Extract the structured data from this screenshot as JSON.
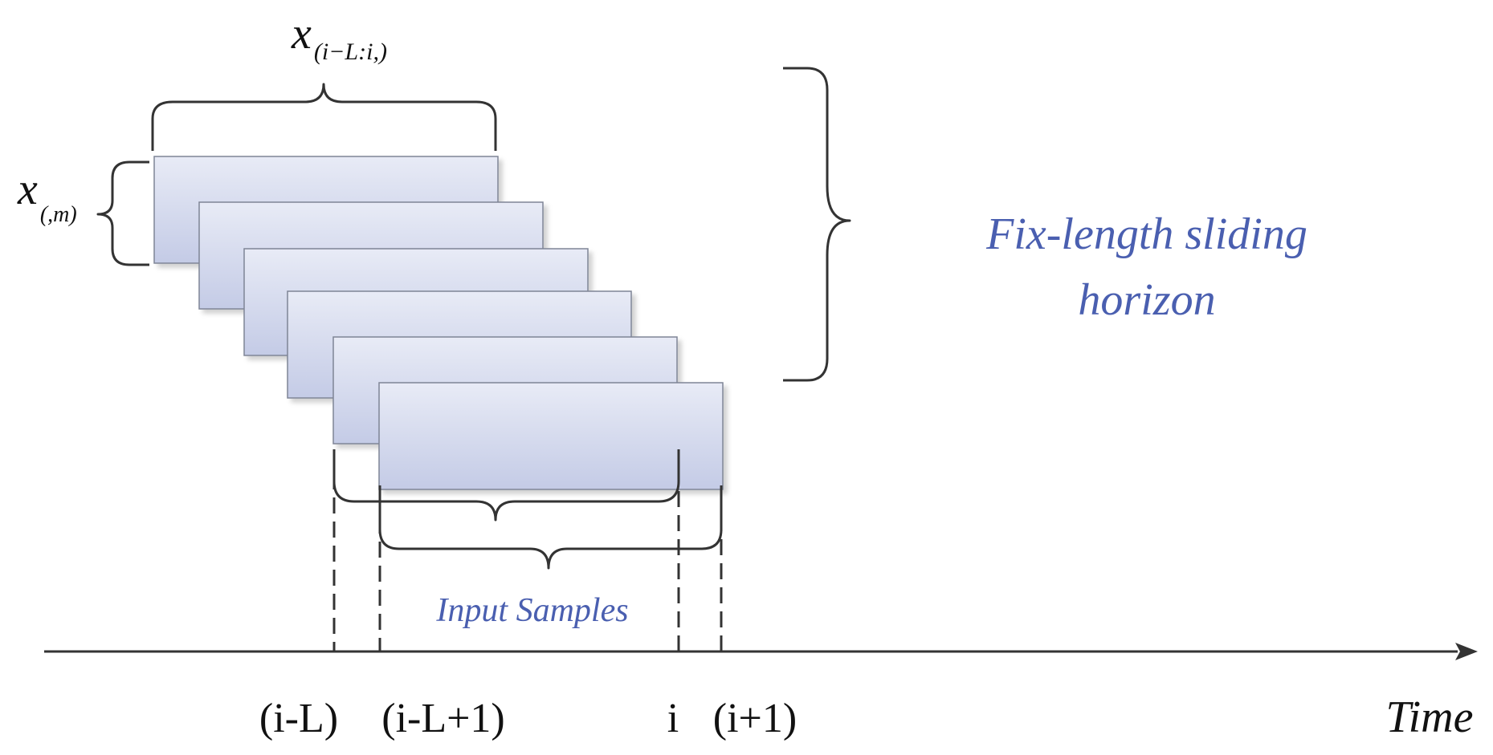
{
  "diagram": {
    "window_label": {
      "var": "x",
      "sub": "(i−L:i,)"
    },
    "feature_label": {
      "var": "x",
      "sub": "(,m)"
    },
    "horizon_label_lines": [
      "Fix-length sliding",
      "horizon"
    ],
    "input_samples_label": "Input Samples",
    "axis": {
      "time_label": "Time",
      "ticks": [
        "(i-L)",
        "(i-L+1)",
        "i",
        "(i+1)"
      ]
    },
    "window_count": 6,
    "colors": {
      "accent_text": "#4a5fb0",
      "window_fill_top": "#e8ebf6",
      "window_fill_bottom": "#c4cbe6",
      "window_stroke": "#7f8596",
      "ink": "#333333"
    }
  }
}
